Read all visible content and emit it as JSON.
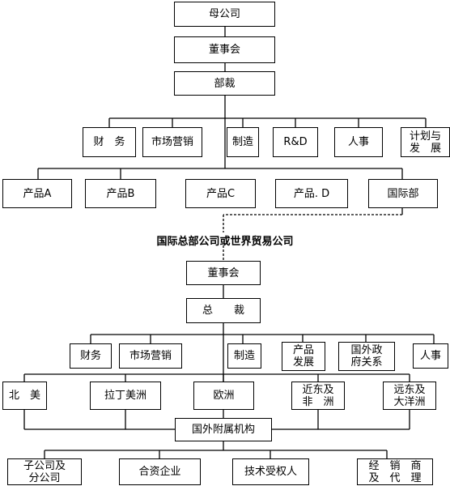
{
  "top": {
    "parent": "母公司",
    "board": "董事会",
    "hq": "部裁",
    "functions": [
      "财　务",
      "市场营销",
      "制造",
      "R&D",
      "人事",
      "计划与\n发　展"
    ],
    "divisions": [
      "产品A",
      "产品B",
      "产品C",
      "产品. D",
      "国际部"
    ]
  },
  "caption": "国际总部公司或世界贸易公司",
  "bottom": {
    "board": "董事会",
    "president": "总　　裁",
    "functions": [
      "财务",
      "市场营销",
      "制造",
      "产品\n发展",
      "国外政\n府关系",
      "人事"
    ],
    "regions": [
      "北　美",
      "拉丁美洲",
      "欧洲",
      "近东及\n非　洲",
      "远东及\n大洋洲"
    ],
    "affiliates": "国外附属机构",
    "forms": [
      "子公司及\n分公司",
      "合资企业",
      "技术受权人",
      "经　销　商\n及　代　理"
    ]
  }
}
